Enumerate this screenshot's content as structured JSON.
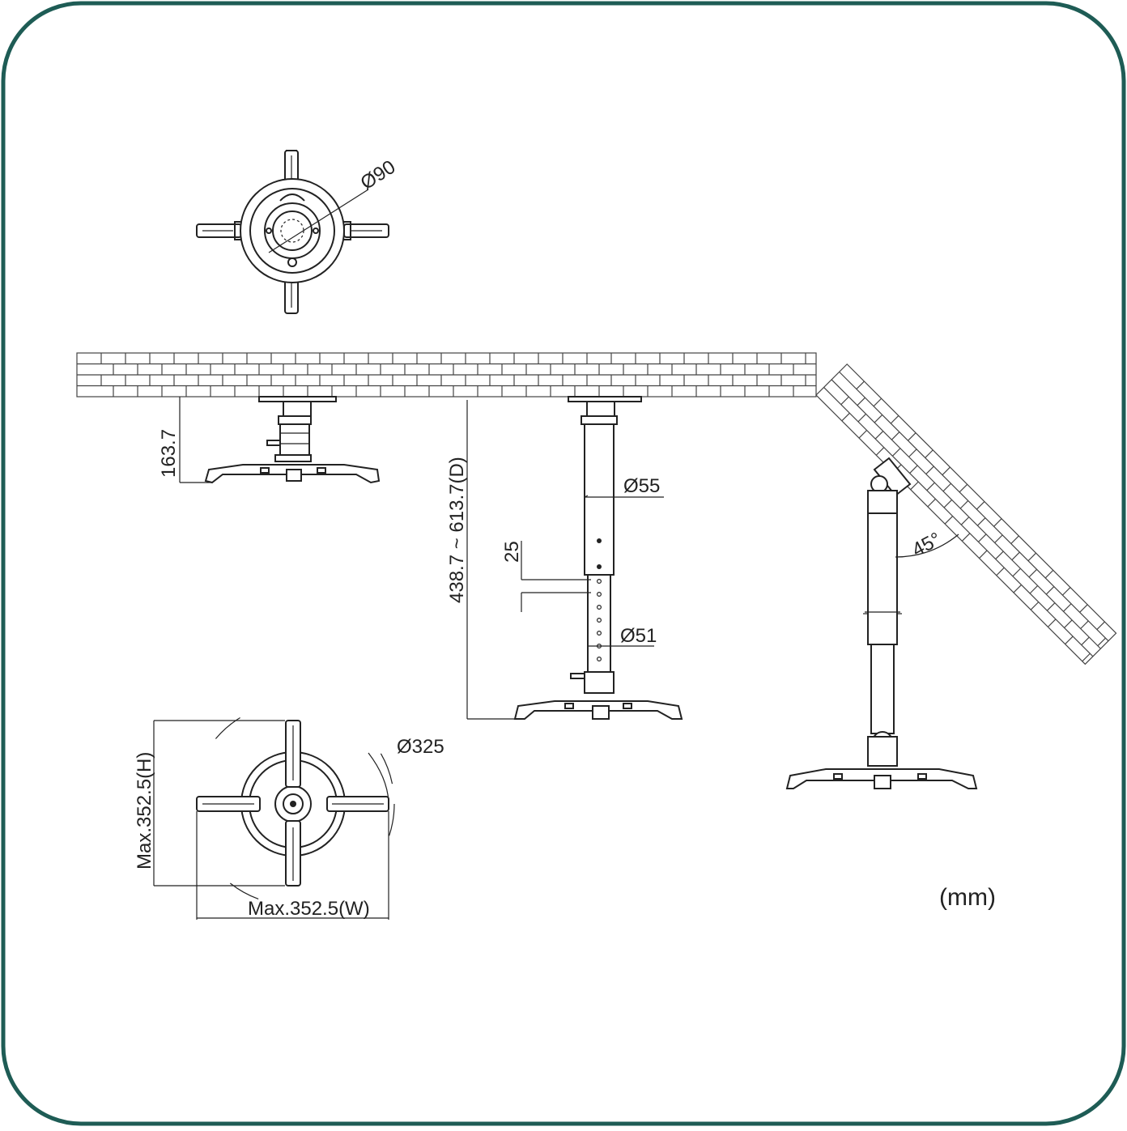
{
  "frame": {
    "border_color": "#1e5c55"
  },
  "labels": {
    "top_view_diameter": "Ø90",
    "short_drop": "163.7",
    "pole_range": "438.7 ~ 613.7(D)",
    "upper_tube": "Ø55",
    "hole_pitch": "25",
    "lower_tube": "Ø51",
    "tilt_angle": "45°",
    "plate_diameter": "Ø325",
    "max_height": "Max.352.5(H)",
    "max_width": "Max.352.5(W)",
    "units": "(mm)"
  }
}
